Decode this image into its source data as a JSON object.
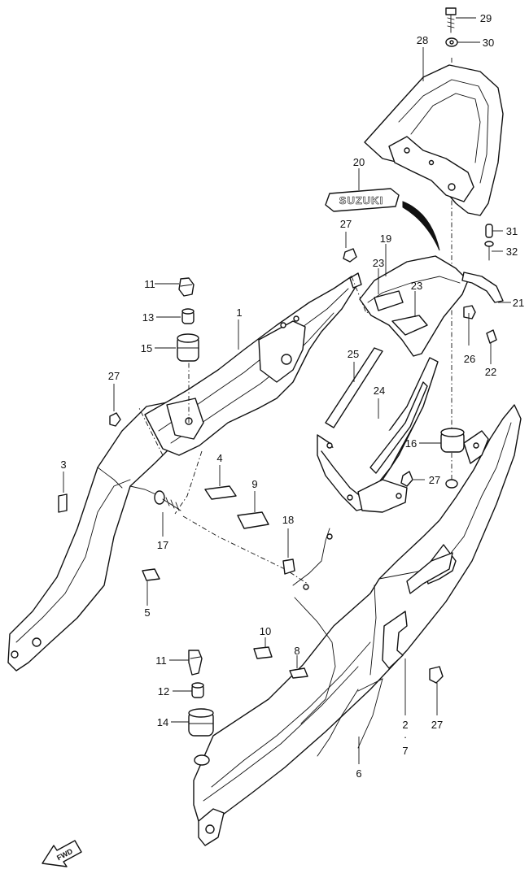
{
  "diagram": {
    "emblem": "SUZUKI",
    "direction_marker": "FWD",
    "callouts": {
      "c1": "1",
      "c2": "2",
      "c3": "3",
      "c4": "4",
      "c5": "5",
      "c6": "6",
      "c7": "7",
      "c8": "8",
      "c9": "9",
      "c10": "10",
      "c11a": "11",
      "c11b": "11",
      "c12": "12",
      "c13": "13",
      "c14": "14",
      "c15": "15",
      "c16": "16",
      "c17": "17",
      "c18": "18",
      "c19": "19",
      "c20": "20",
      "c21": "21",
      "c22": "22",
      "c23a": "23",
      "c23b": "23",
      "c24": "24",
      "c25": "25",
      "c26": "26",
      "c27a": "27",
      "c27b": "27",
      "c27c": "27",
      "c27d": "27",
      "c28": "28",
      "c29": "29",
      "c30": "30",
      "c31": "31",
      "c32": "32"
    }
  }
}
